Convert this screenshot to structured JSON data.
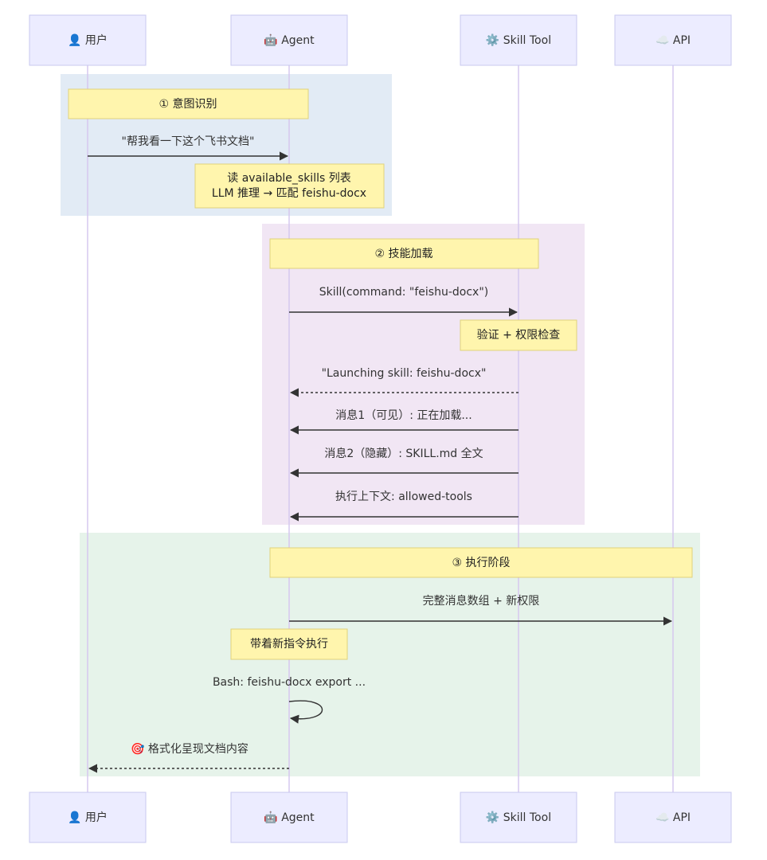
{
  "colors": {
    "phase1_bg": "#e2ebf5",
    "phase2_bg": "#f1e6f4",
    "phase3_bg": "#e6f3ea",
    "actor_fill": "#ececff",
    "note_fill": "#fff5ad"
  },
  "actors": [
    {
      "icon": "👤",
      "label": "👤 用户"
    },
    {
      "icon": "🤖",
      "label": "🤖 Agent"
    },
    {
      "icon": "⚙️",
      "label": "⚙️ Skill Tool"
    },
    {
      "icon": "☁️",
      "label": "☁️ API"
    }
  ],
  "phases": {
    "p1": {
      "note": "① 意图识别"
    },
    "p2": {
      "note": "② 技能加载"
    },
    "p3": {
      "note": "③ 执行阶段"
    }
  },
  "messages": {
    "m1": "\"帮我看一下这个飞书文档\"",
    "n1_line1": "读 available_skills 列表",
    "n1_line2": "LLM 推理 → 匹配 feishu-docx",
    "m2": "Skill(command: \"feishu-docx\")",
    "n2": "验证 + 权限检查",
    "m3": "\"Launching skill: feishu-docx\"",
    "m4": "消息1（可见）: 正在加载...",
    "m5": "消息2（隐藏）: SKILL.md 全文",
    "m6": "执行上下文: allowed-tools",
    "m7": "完整消息数组 + 新权限",
    "n3": "带着新指令执行",
    "m8": "Bash: feishu-docx export ...",
    "m9": "🎯 格式化呈现文档内容"
  }
}
